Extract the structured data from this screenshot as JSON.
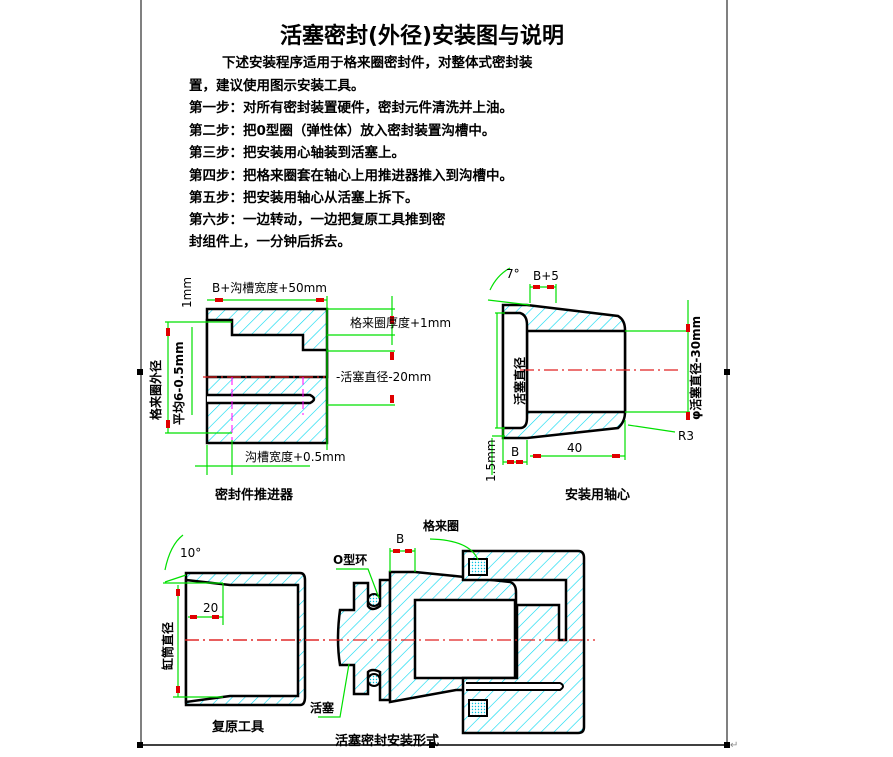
{
  "document": {
    "title": "活塞密封(外径)安装图与说明",
    "paragraphs": [
      "下述安装程序适用于格来圈密封件，对整体式密封装",
      "置，建议使用图示安装工具。",
      "第一步：对所有密封装置硬件，密封元件清洗并上油。",
      "第二步：把0型圈（弹性体）放入密封装置沟槽中。",
      "第三步：把安装用心轴装到活塞上。",
      "第四步：把格来圈套在轴心上用推进器推入到沟槽中。",
      "第五步：把安装用轴心从活塞上拆下。",
      "第六步：一边转动，一边把复原工具推到密",
      "封组件上，一分钟后拆去。"
    ]
  },
  "figures": {
    "pusher": {
      "caption": "密封件推进器",
      "labels": {
        "top_width": "B+沟槽宽度+50mm",
        "one_mm": "1mm",
        "ring_thickness": "格来圈厚度+1mm",
        "piston_dia": "-活塞直径-20mm",
        "groove_width": "沟槽宽度+0.5mm",
        "ring_od": "格来圈外径",
        "avg": "平均6-0.5mm"
      }
    },
    "mandrel": {
      "caption": "安装用轴心",
      "labels": {
        "angle": "7°",
        "b_plus_5": "B+5",
        "bore": "φ活塞直径-30mm",
        "piston_dia": "活塞直径",
        "step": "1.5mm",
        "b": "B",
        "length": "40",
        "radius": "R3"
      }
    },
    "reset_tool": {
      "caption": "复原工具",
      "labels": {
        "angle": "10°",
        "length": "20",
        "bore": "缸筒直径"
      }
    },
    "assembly": {
      "caption": "活塞密封安装形式",
      "labels": {
        "b": "B",
        "glyd_ring": "格来圈",
        "o_ring": "O型环",
        "piston": "活塞"
      }
    }
  },
  "colors": {
    "hatch": "#00d8f0",
    "dimension": "#00e000",
    "centerline": "#e02020"
  }
}
